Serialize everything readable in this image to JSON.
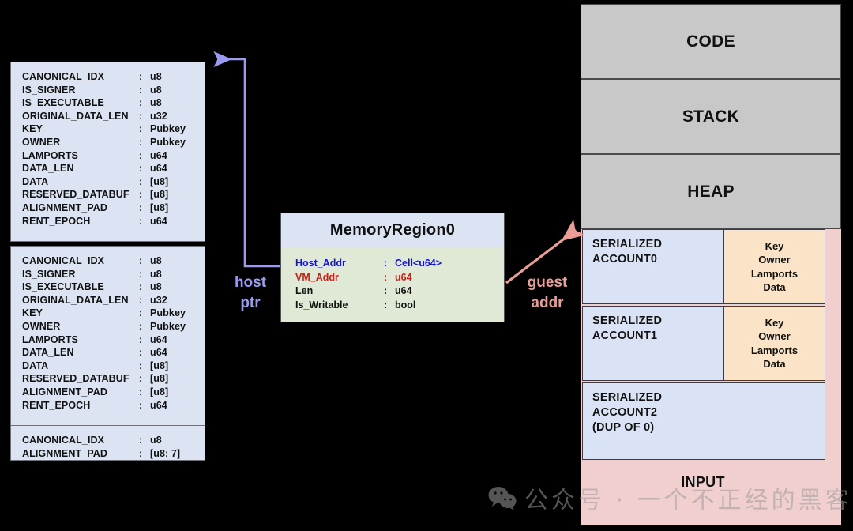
{
  "diagram": {
    "title": "Solana BPF memory layout: MemoryRegion host/guest mapping",
    "colors": {
      "struct_bg": "#dce4f4",
      "memregion_header_bg": "#dce4f4",
      "memregion_body_bg": "#dfe9d5",
      "segment_bg": "#c8c8c8",
      "input_bg": "#f2cfcf",
      "account_bg": "#dae3f5",
      "account_fields_bg": "#fae3c6",
      "host_ptr_arrow": "#9a9af2",
      "guest_addr_arrow": "#eb9e98",
      "host_addr_text": "#1414cd",
      "vm_addr_text": "#c8201a",
      "background": "#000000"
    }
  },
  "struct_blocks": [
    {
      "name": "serialized-account-0-struct",
      "rows": [
        {
          "field": "CANONICAL_IDX",
          "colon": ":",
          "type": "u8"
        },
        {
          "field": "IS_SIGNER",
          "colon": ":",
          "type": "u8"
        },
        {
          "field": "IS_EXECUTABLE",
          "colon": ":",
          "type": "u8"
        },
        {
          "field": "ORIGINAL_DATA_LEN",
          "colon": ":",
          "type": "u32"
        },
        {
          "field": "KEY",
          "colon": ":",
          "type": "Pubkey"
        },
        {
          "field": "OWNER",
          "colon": ":",
          "type": "Pubkey"
        },
        {
          "field": "LAMPORTS",
          "colon": ":",
          "type": "u64"
        },
        {
          "field": "DATA_LEN",
          "colon": ":",
          "type": "u64"
        },
        {
          "field": "DATA",
          "colon": ":",
          "type": "[u8]"
        },
        {
          "field": "RESERVED_DATABUF",
          "colon": ":",
          "type": "[u8]"
        },
        {
          "field": "ALIGNMENT_PAD",
          "colon": ":",
          "type": "[u8]"
        },
        {
          "field": "RENT_EPOCH",
          "colon": ":",
          "type": "u64"
        }
      ]
    },
    {
      "name": "serialized-account-1-struct",
      "rows": [
        {
          "field": "CANONICAL_IDX",
          "colon": ":",
          "type": "u8"
        },
        {
          "field": "IS_SIGNER",
          "colon": ":",
          "type": "u8"
        },
        {
          "field": "IS_EXECUTABLE",
          "colon": ":",
          "type": "u8"
        },
        {
          "field": "ORIGINAL_DATA_LEN",
          "colon": ":",
          "type": "u32"
        },
        {
          "field": "KEY",
          "colon": ":",
          "type": "Pubkey"
        },
        {
          "field": "OWNER",
          "colon": ":",
          "type": "Pubkey"
        },
        {
          "field": "LAMPORTS",
          "colon": ":",
          "type": "u64"
        },
        {
          "field": "DATA_LEN",
          "colon": ":",
          "type": "u64"
        },
        {
          "field": "DATA",
          "colon": ":",
          "type": "[u8]"
        },
        {
          "field": "RESERVED_DATABUF",
          "colon": ":",
          "type": "[u8]"
        },
        {
          "field": "ALIGNMENT_PAD",
          "colon": ":",
          "type": "[u8]"
        },
        {
          "field": "RENT_EPOCH",
          "colon": ":",
          "type": "u64"
        }
      ]
    },
    {
      "name": "serialized-account-2-dup-struct",
      "rows": [
        {
          "field": "CANONICAL_IDX",
          "colon": ":",
          "type": "u8"
        },
        {
          "field": "ALIGNMENT_PAD",
          "colon": ":",
          "type": "[u8; 7]"
        }
      ]
    }
  ],
  "memory_region": {
    "title": "MemoryRegion0",
    "rows": [
      {
        "field": "Host_Addr",
        "colon": ":",
        "type": "Cell<u64>",
        "style": "blue"
      },
      {
        "field": "VM_Addr",
        "colon": ":",
        "type": "u64",
        "style": "red"
      },
      {
        "field": "Len",
        "colon": ":",
        "type": "u64",
        "style": "black"
      },
      {
        "field": "Is_Writable",
        "colon": ":",
        "type": "bool",
        "style": "black"
      }
    ]
  },
  "memory_map": {
    "segments": [
      {
        "label": "CODE"
      },
      {
        "label": "STACK"
      },
      {
        "label": "HEAP"
      }
    ],
    "input_label": "INPUT",
    "accounts": [
      {
        "label": "SERIALIZED\nACCOUNT0",
        "fields": [
          "Key",
          "Owner",
          "Lamports",
          "Data"
        ]
      },
      {
        "label": "SERIALIZED\nACCOUNT1",
        "fields": [
          "Key",
          "Owner",
          "Lamports",
          "Data"
        ]
      },
      {
        "label": "SERIALIZED\nACCOUNT2\n(DUP OF 0)",
        "fields": []
      }
    ]
  },
  "annotations": {
    "host_ptr": "host\nptr",
    "guest_addr": "guest\naddr"
  },
  "watermark": {
    "text": "公众号 · 一个不正经的黑客"
  }
}
